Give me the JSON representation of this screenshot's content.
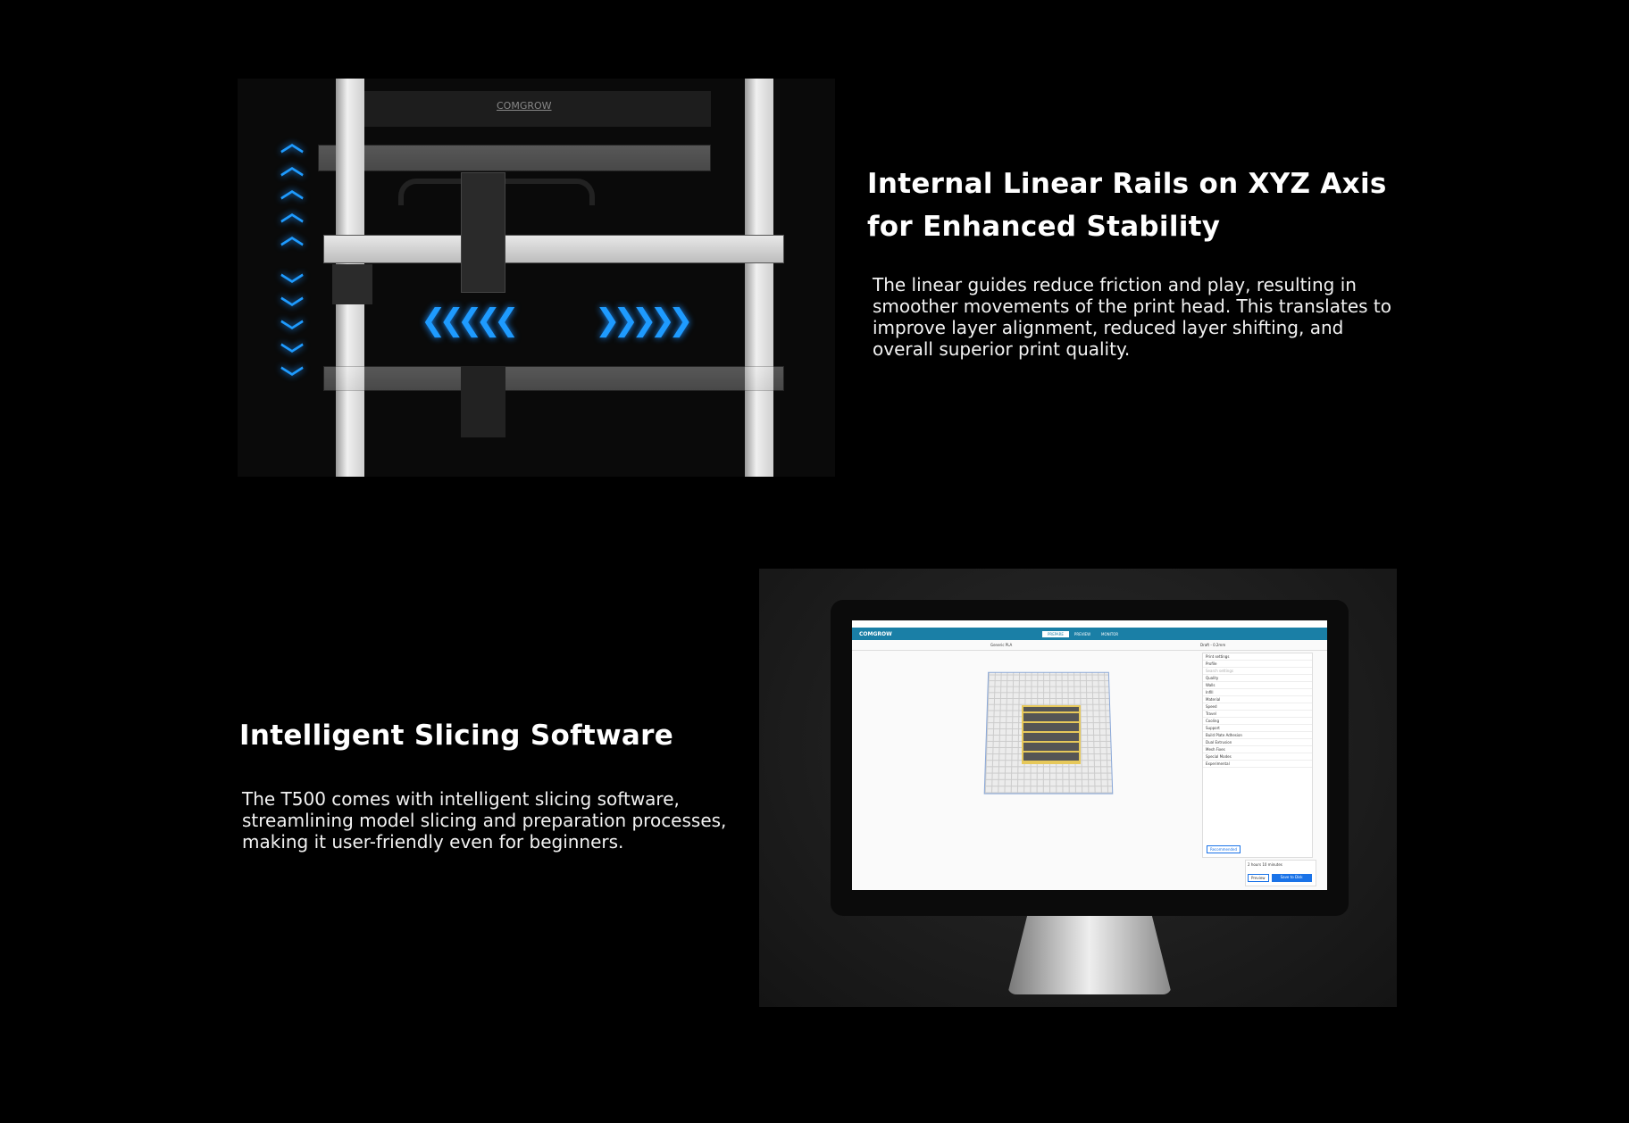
{
  "section1": {
    "title_line1": "Internal Linear Rails on XYZ Axis",
    "title_line2": "for Enhanced Stability",
    "body": "The linear guides reduce friction and play, resulting in smoother movements of the print head. This translates to improve layer alignment, reduced layer shifting, and overall superior print quality.",
    "image_brand": "COMGROW"
  },
  "section2": {
    "title": "Intelligent Slicing Software",
    "body": "The T500 comes with intelligent slicing software, streamlining model slicing and preparation processes, making it user-friendly even for beginners."
  },
  "software": {
    "brand": "COMGROW",
    "tabs": [
      "PREPARE",
      "PREVIEW",
      "MONITOR"
    ],
    "material": "Generic PLA",
    "profile_summary": "Draft - 0.2mm",
    "panel_title": "Print settings",
    "profile_label": "Profile",
    "search_placeholder": "Search settings",
    "settings": [
      "Quality",
      "Walls",
      "Infill",
      "Material",
      "Speed",
      "Travel",
      "Cooling",
      "Support",
      "Build Plate Adhesion",
      "Dual Extrusion",
      "Mesh Fixes",
      "Special Modes",
      "Experimental"
    ],
    "recommended": "Recommended",
    "time": "2 hours 10 minutes",
    "preview": "Preview",
    "save": "Save to Disk"
  },
  "colors": {
    "accent": "#1e9bff",
    "software_bar": "#1a7fa6",
    "save_button": "#1a73e8"
  }
}
